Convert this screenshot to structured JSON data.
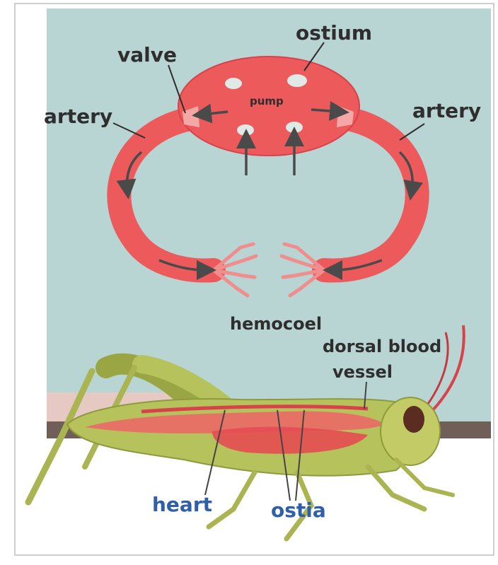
{
  "labels": {
    "ostium": "ostium",
    "valve": "valve",
    "pump": "pump",
    "artery_left": "artery",
    "artery_right": "artery",
    "hemocoel": "hemocoel",
    "dorsal_line1": "dorsal blood",
    "dorsal_line2": "vessel",
    "heart": "heart",
    "ostia": "ostia"
  },
  "colors": {
    "panel_bg": "#b9d5d3",
    "vessel_red": "#ec5a5c",
    "vessel_dark": "#d8424a",
    "label_dark": "#2e2e2e",
    "label_blue": "#2f5fa8",
    "insect_green": "#b6c25c",
    "insect_dark": "#8f9a3c",
    "floor": "#6f5f58"
  }
}
